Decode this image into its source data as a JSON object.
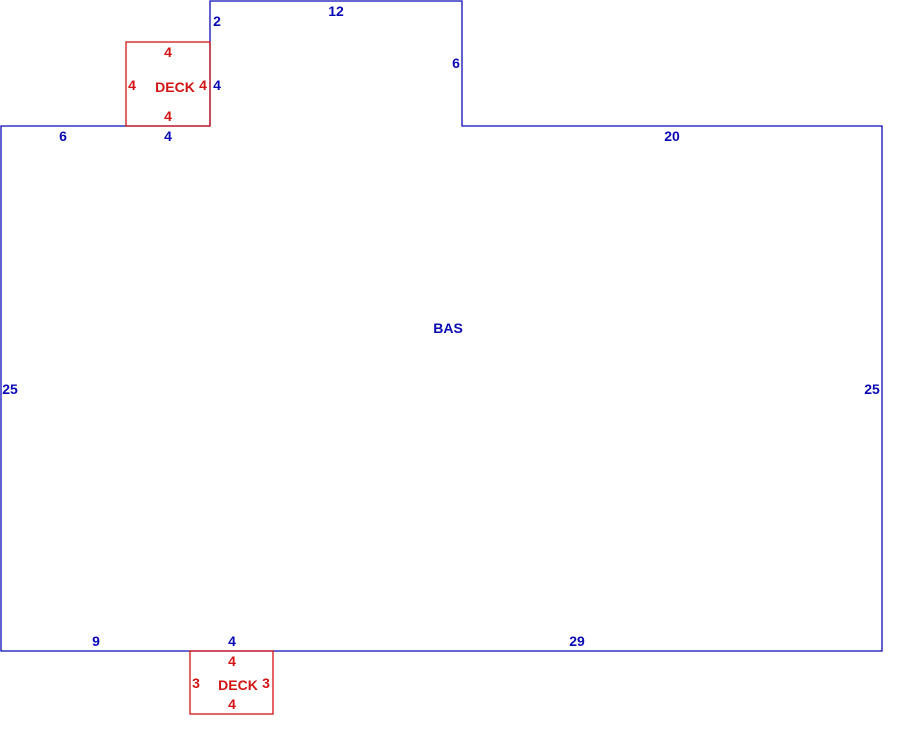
{
  "colors": {
    "main": "#0a0ab4",
    "deck": "#d21414"
  },
  "main_area": {
    "label": "BAS",
    "dims": {
      "top_left_6": "6",
      "top_left_4": "4",
      "bump_left_2": "2",
      "bump_left_4": "4",
      "bump_top": "12",
      "bump_right": "6",
      "top_right": "20",
      "left": "25",
      "right": "25",
      "bottom_9": "9",
      "bottom_4": "4",
      "bottom_29": "29"
    }
  },
  "deck_top": {
    "label": "DECK",
    "dims": {
      "top": "4",
      "bottom": "4",
      "left": "4",
      "right": "4"
    }
  },
  "deck_bottom": {
    "label": "DECK",
    "dims": {
      "top": "4",
      "bottom": "4",
      "left": "3",
      "right": "3"
    }
  }
}
